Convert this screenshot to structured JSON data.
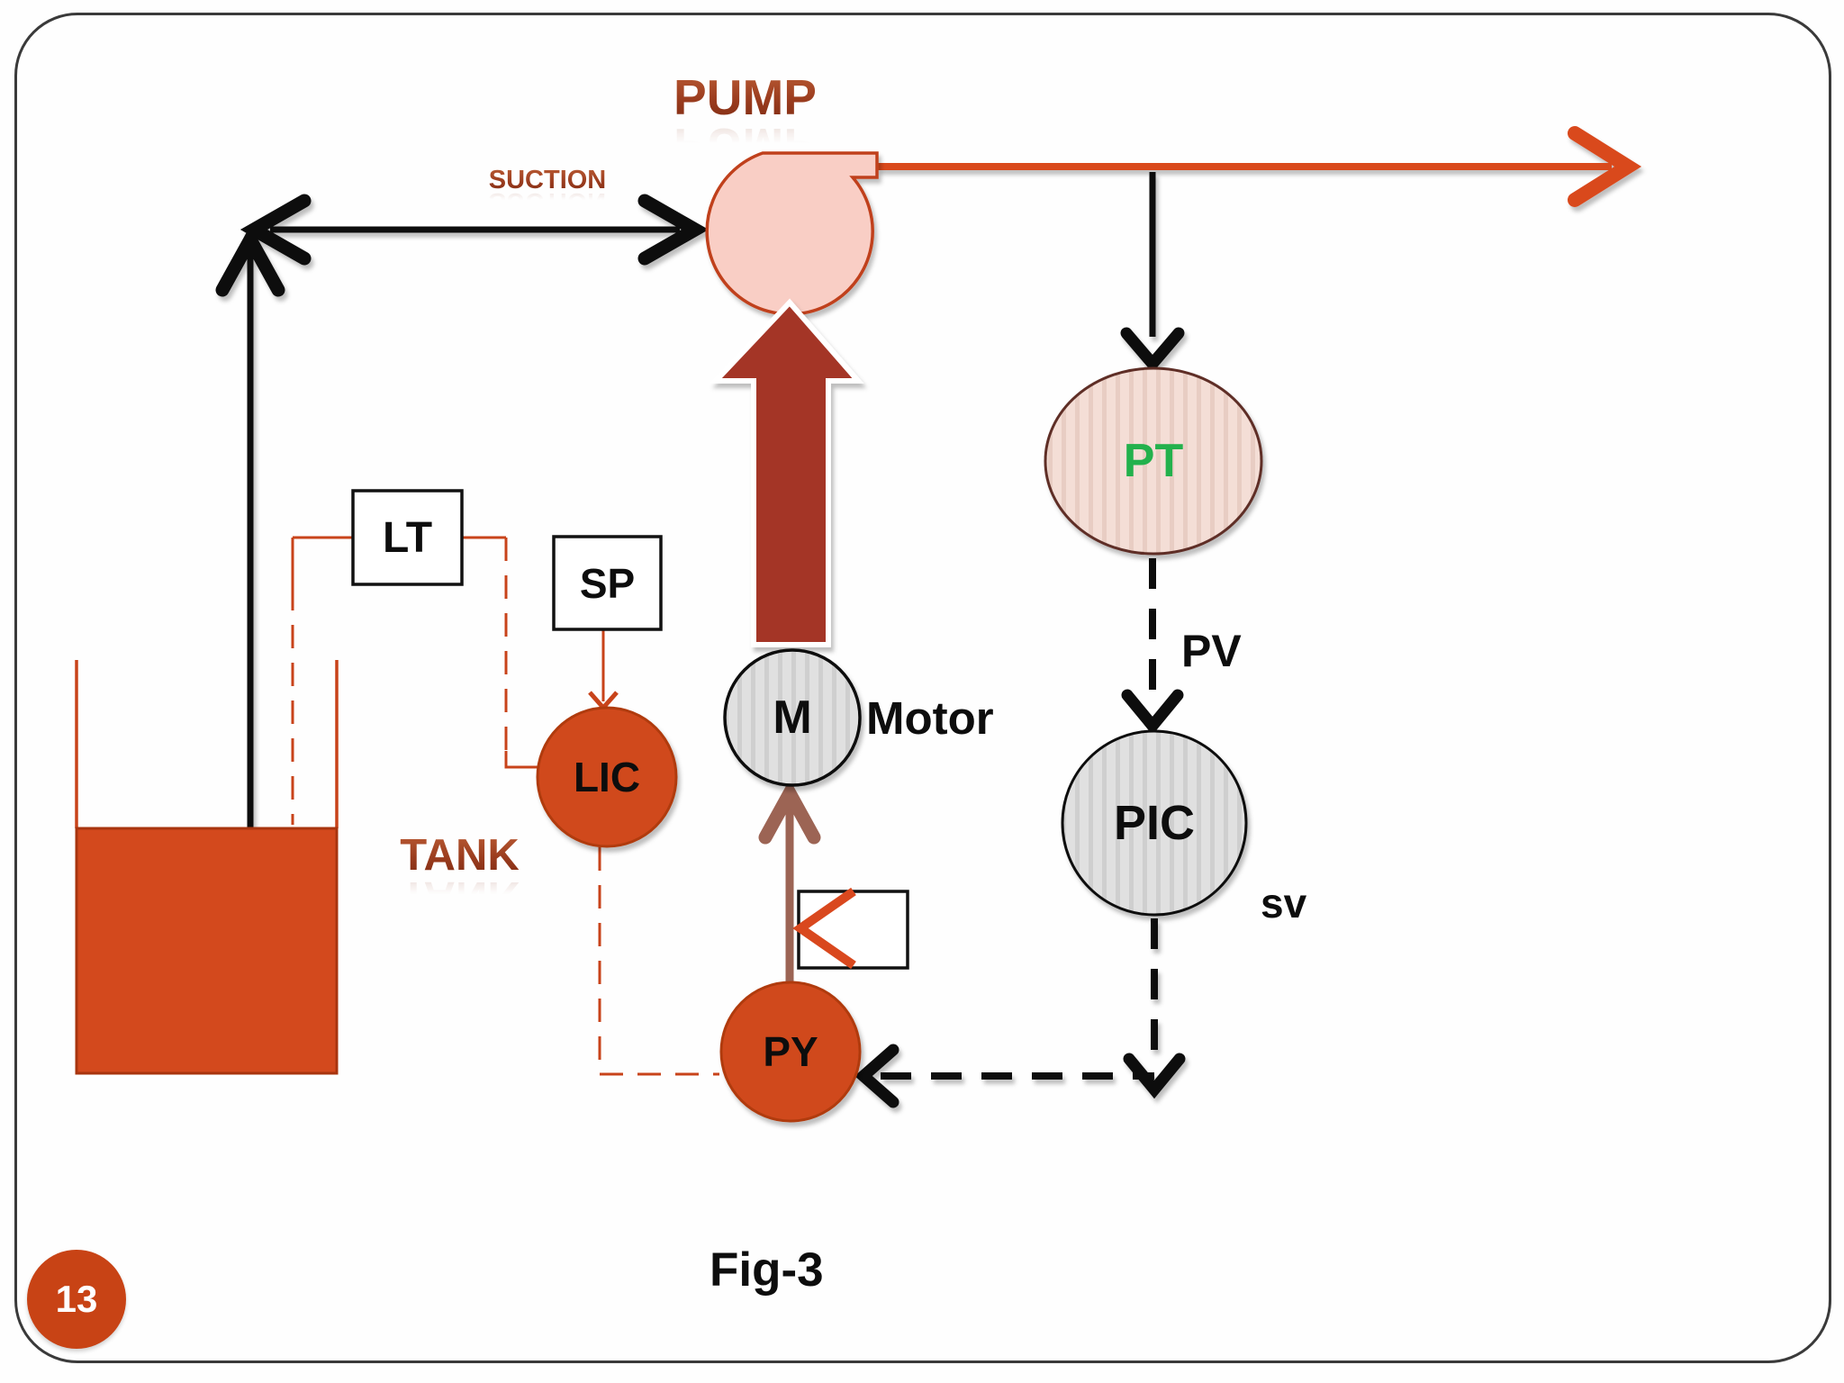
{
  "slide": {
    "page_number": "13",
    "caption": "Fig-3",
    "background_color": "#FEFEFE",
    "border_color": "#3A3A3A"
  },
  "diagram": {
    "labels": {
      "pump": "PUMP",
      "suction": "SUCTION",
      "tank": "TANK",
      "motor": "Motor",
      "pv": "PV",
      "sv": "sv"
    },
    "instruments": {
      "level_transmitter": "LT",
      "setpoint": "SP",
      "level_controller": "LIC",
      "motor_bubble": "M",
      "pressure_transmitter": "PT",
      "pressure_controller": "PIC",
      "pressure_relay": "PY"
    },
    "colors": {
      "accent_orange": "#D9481E",
      "instrument_orange": "#D04A1E",
      "tank_fill": "#D3491D",
      "pump_pink": "#F9CEC5",
      "pump_border": "#C0401A",
      "big_arrow_maroon": "#A43528",
      "signal_brown": "#9C6454",
      "pt_text_green": "#22B14C",
      "line_black": "#0D0D0D",
      "gray_bubble": "#E0E0E0"
    }
  }
}
